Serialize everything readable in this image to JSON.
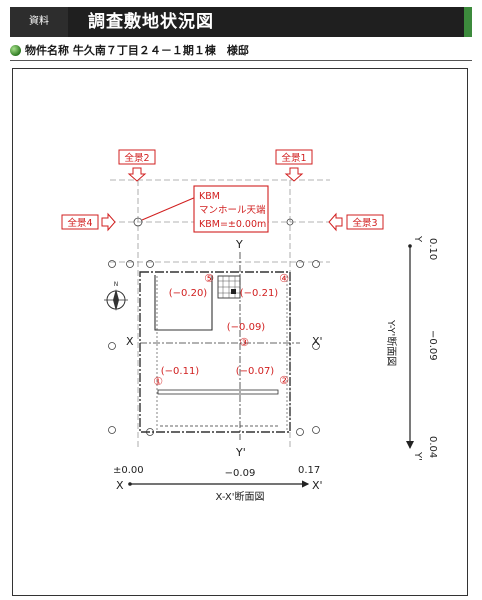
{
  "header": {
    "tag": "資料",
    "title": "調査敷地状況図"
  },
  "property": {
    "label": "物件名称",
    "name": "牛久南７丁目２４－１期１棟　様邸"
  },
  "views": [
    "全景2",
    "全景1",
    "全景4",
    "全景3"
  ],
  "kbm_note": [
    "KBM",
    "マンホール天端",
    "KBM=±0.00m"
  ],
  "section_marks": {
    "x": "X",
    "x_prime": "X'",
    "y": "Y",
    "y_prime": "Y'"
  },
  "points": [
    {
      "id": "⑤",
      "level": "(−0.20)"
    },
    {
      "id": "④",
      "level": "(−0.21)"
    },
    {
      "id": "③",
      "level": "(−0.09)"
    },
    {
      "id": "①",
      "level": "(−0.11)"
    },
    {
      "id": "②",
      "level": "(−0.07)"
    }
  ],
  "x_section": {
    "caption": "X-X'断面図",
    "left": "±0.00",
    "mid": "−0.09",
    "right": "0.17",
    "start": "X",
    "end": "X'"
  },
  "y_section": {
    "caption": "Y-Y'断面図",
    "top": "0.10",
    "mid": "−0.09",
    "bottom": "0.04",
    "start": "Y",
    "end": "Y'"
  },
  "colors": {
    "accent_red": "#d11f1f",
    "header_bg": "#1f1f1f",
    "header_accent": "#3c8a3c"
  }
}
